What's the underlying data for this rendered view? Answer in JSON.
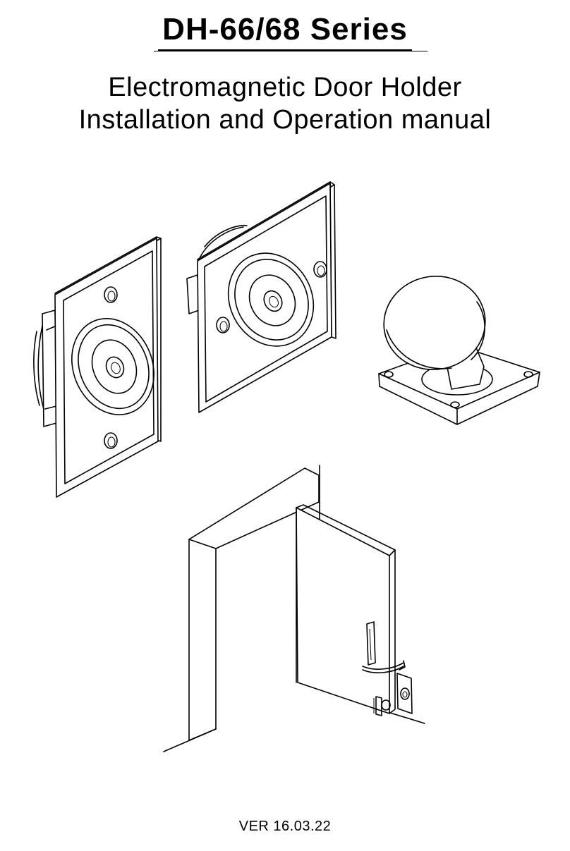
{
  "header": {
    "title": "DH-66/68 Series",
    "subtitle_line1": "Electromagnetic Door Holder",
    "subtitle_line2": "Installation and Operation manual"
  },
  "footer": {
    "version": "VER 16.03.22"
  },
  "illustrations": {
    "items": [
      "rectangular-wall-magnet",
      "square-wall-magnet",
      "armature-plate",
      "door-installation-scene"
    ]
  }
}
